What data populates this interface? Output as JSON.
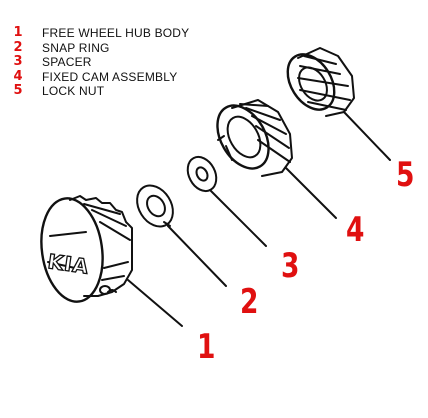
{
  "colors": {
    "callout_red": "#e01010",
    "ink": "#111111"
  },
  "legend": [
    {
      "num": "1",
      "label": "FREE WHEEL HUB BODY"
    },
    {
      "num": "2",
      "label": "SNAP RING"
    },
    {
      "num": "3",
      "label": "SPACER"
    },
    {
      "num": "4",
      "label": "FIXED CAM ASSEMBLY"
    },
    {
      "num": "5",
      "label": "LOCK NUT"
    }
  ],
  "callouts": [
    "1",
    "2",
    "3",
    "4",
    "5"
  ],
  "hub_body_lettering": "KIA"
}
